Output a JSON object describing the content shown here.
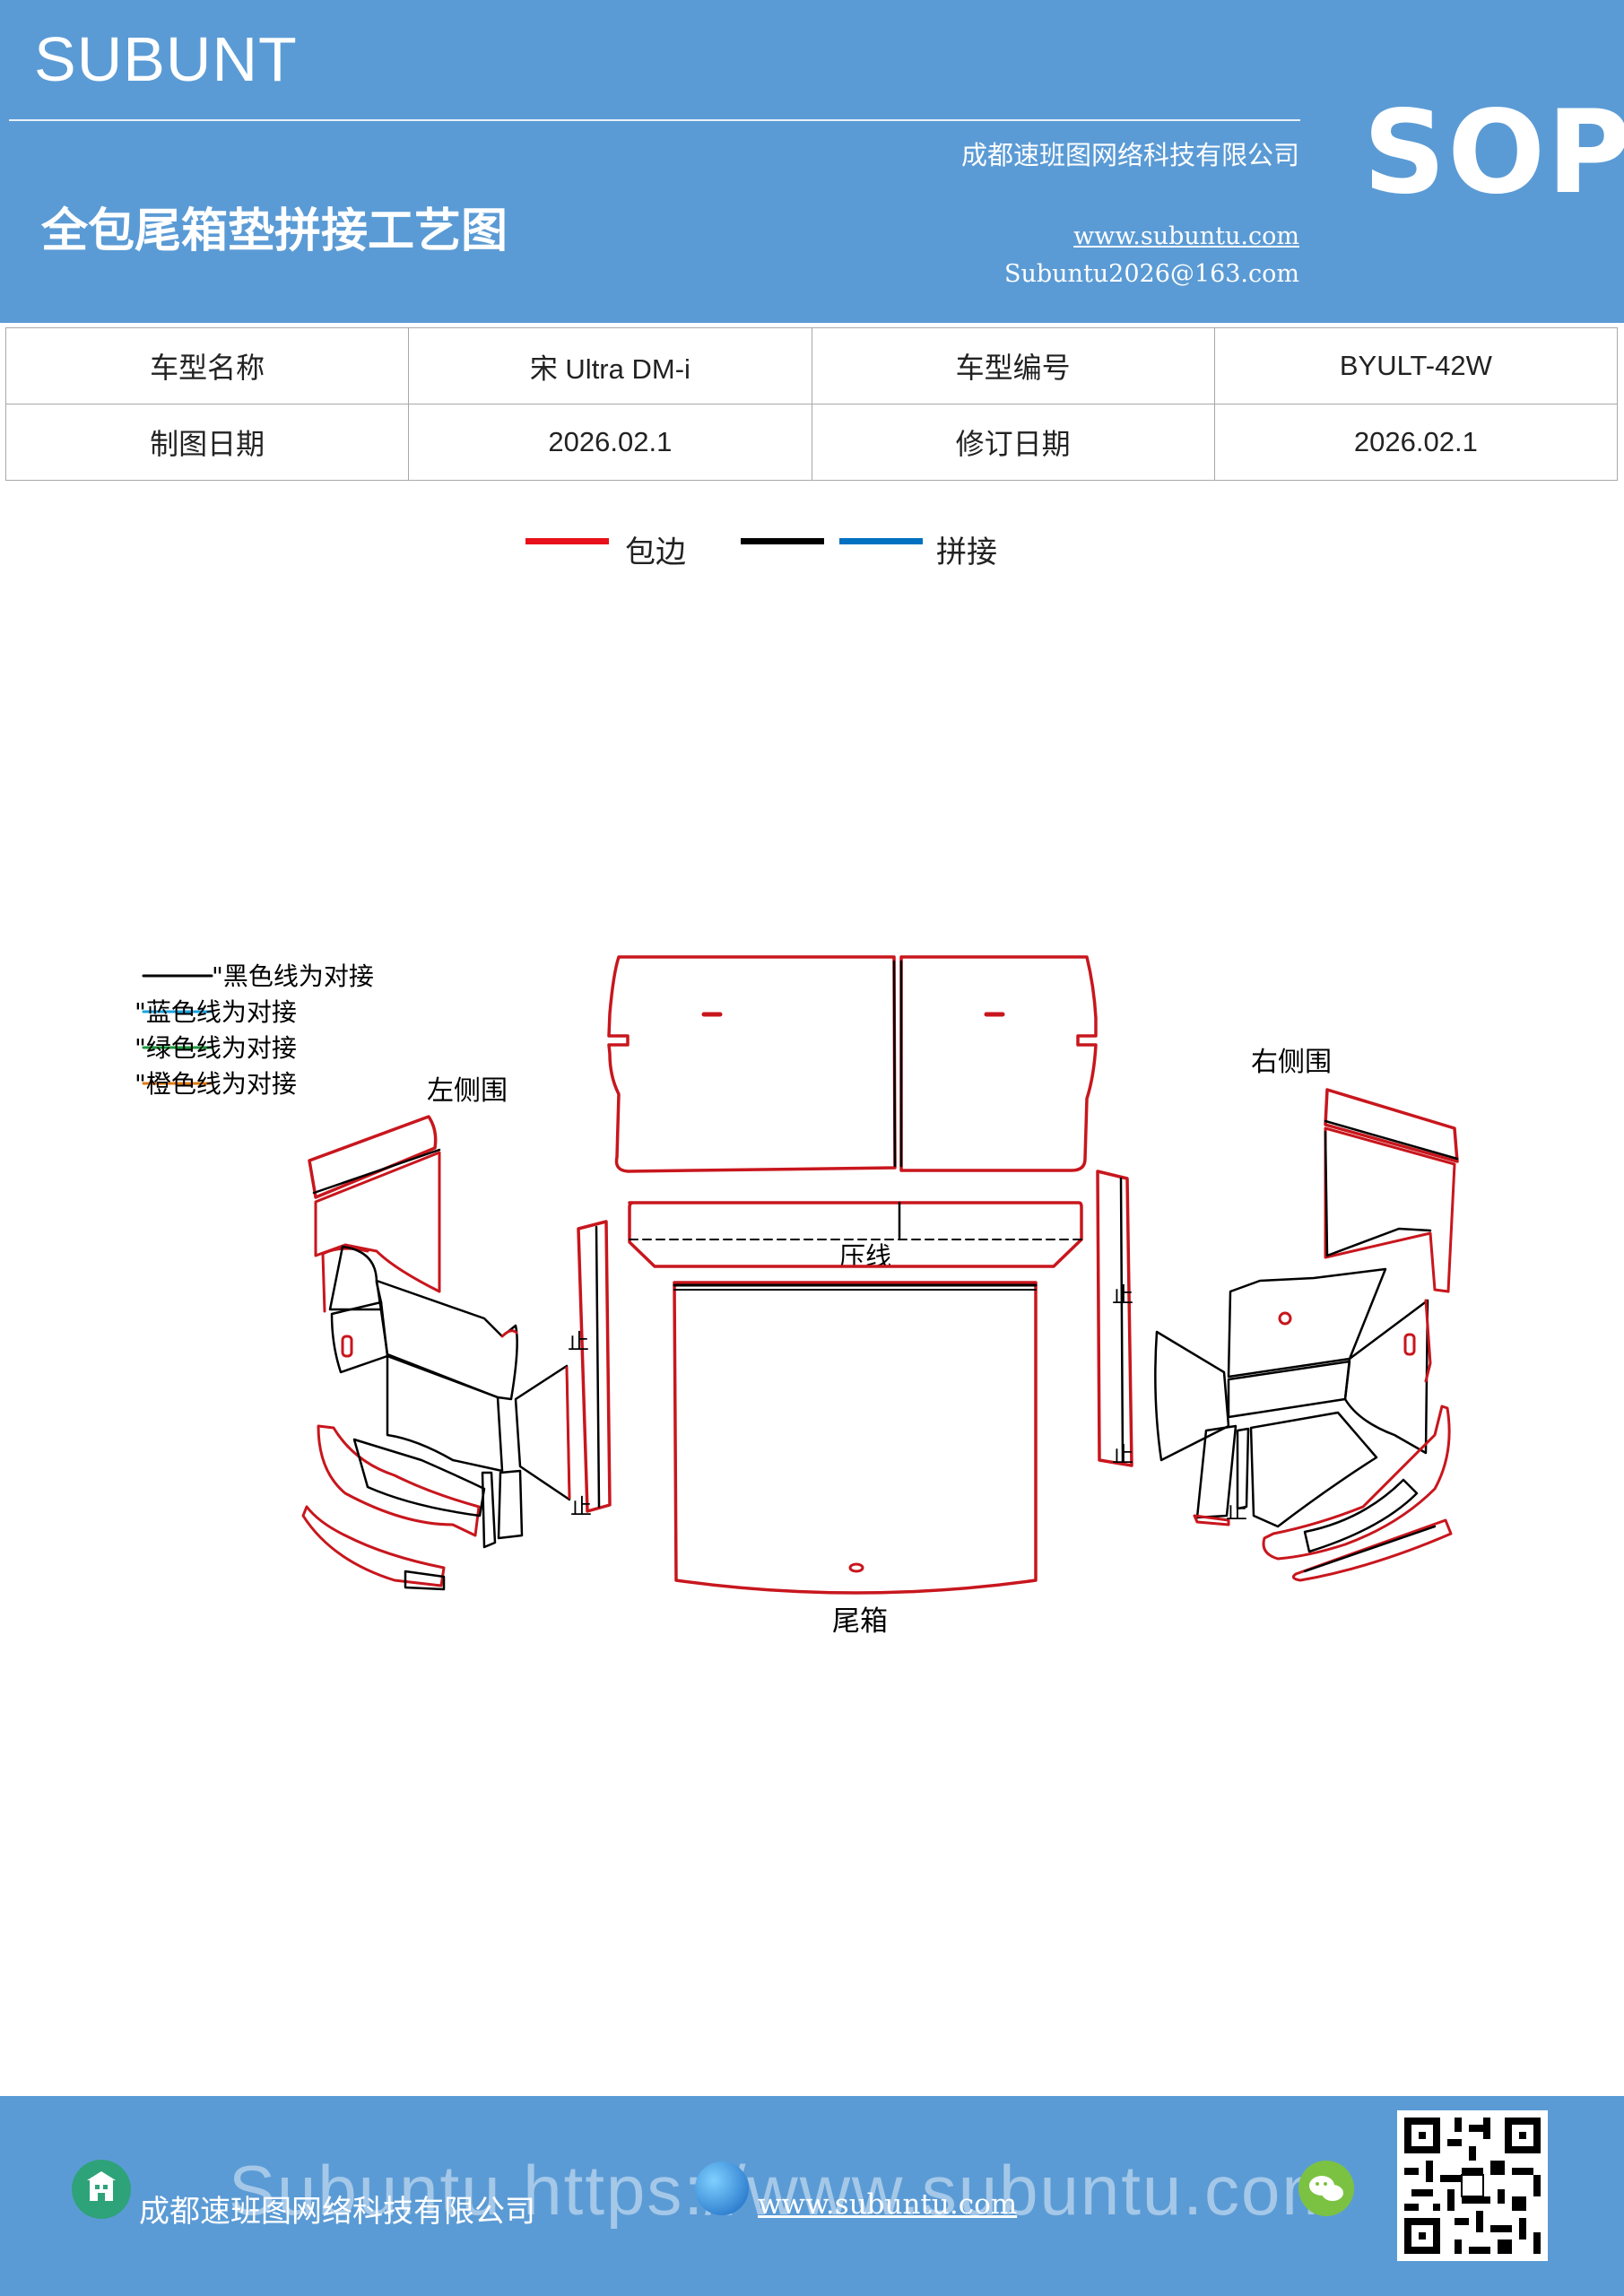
{
  "header": {
    "brand": "SUBUNT",
    "title": "全包尾箱垫拼接工艺图",
    "company": "成都速班图网络科技有限公司",
    "website": "www.subuntu.com",
    "email": "Subuntu2026@163.com",
    "badge": "SOP"
  },
  "info_table": {
    "rows": [
      [
        "车型名称",
        "宋 Ultra  DM-i",
        "车型编号",
        "BYULT-42W"
      ],
      [
        "制图日期",
        "2026.02.1",
        "修订日期",
        "2026.02.1"
      ]
    ]
  },
  "legend": {
    "edge_label": "包边",
    "join_label": "拼接",
    "colors": {
      "edge": "#e8101a",
      "black": "#000000",
      "join": "#0070c0"
    }
  },
  "drawing": {
    "line_legend": [
      {
        "label": "\"黑色线为对接",
        "color": "#000000"
      },
      {
        "label": "\"蓝色线为对接",
        "color": "#1aa3e0"
      },
      {
        "label": "\"绿色线为对接",
        "color": "#1a9a3a"
      },
      {
        "label": "\"橙色线为对接",
        "color": "#e07a10"
      }
    ],
    "left_side_label": "左侧围",
    "right_side_label": "右侧围",
    "press_line_label": "压线",
    "trunk_label": "尾箱",
    "stop_mark": "止",
    "outline_color": "#c8161d"
  },
  "footer": {
    "company": "成都速班图网络科技有限公司",
    "website": "www.subuntu.com",
    "watermark": "Subuntu https://www.subuntu.com"
  }
}
